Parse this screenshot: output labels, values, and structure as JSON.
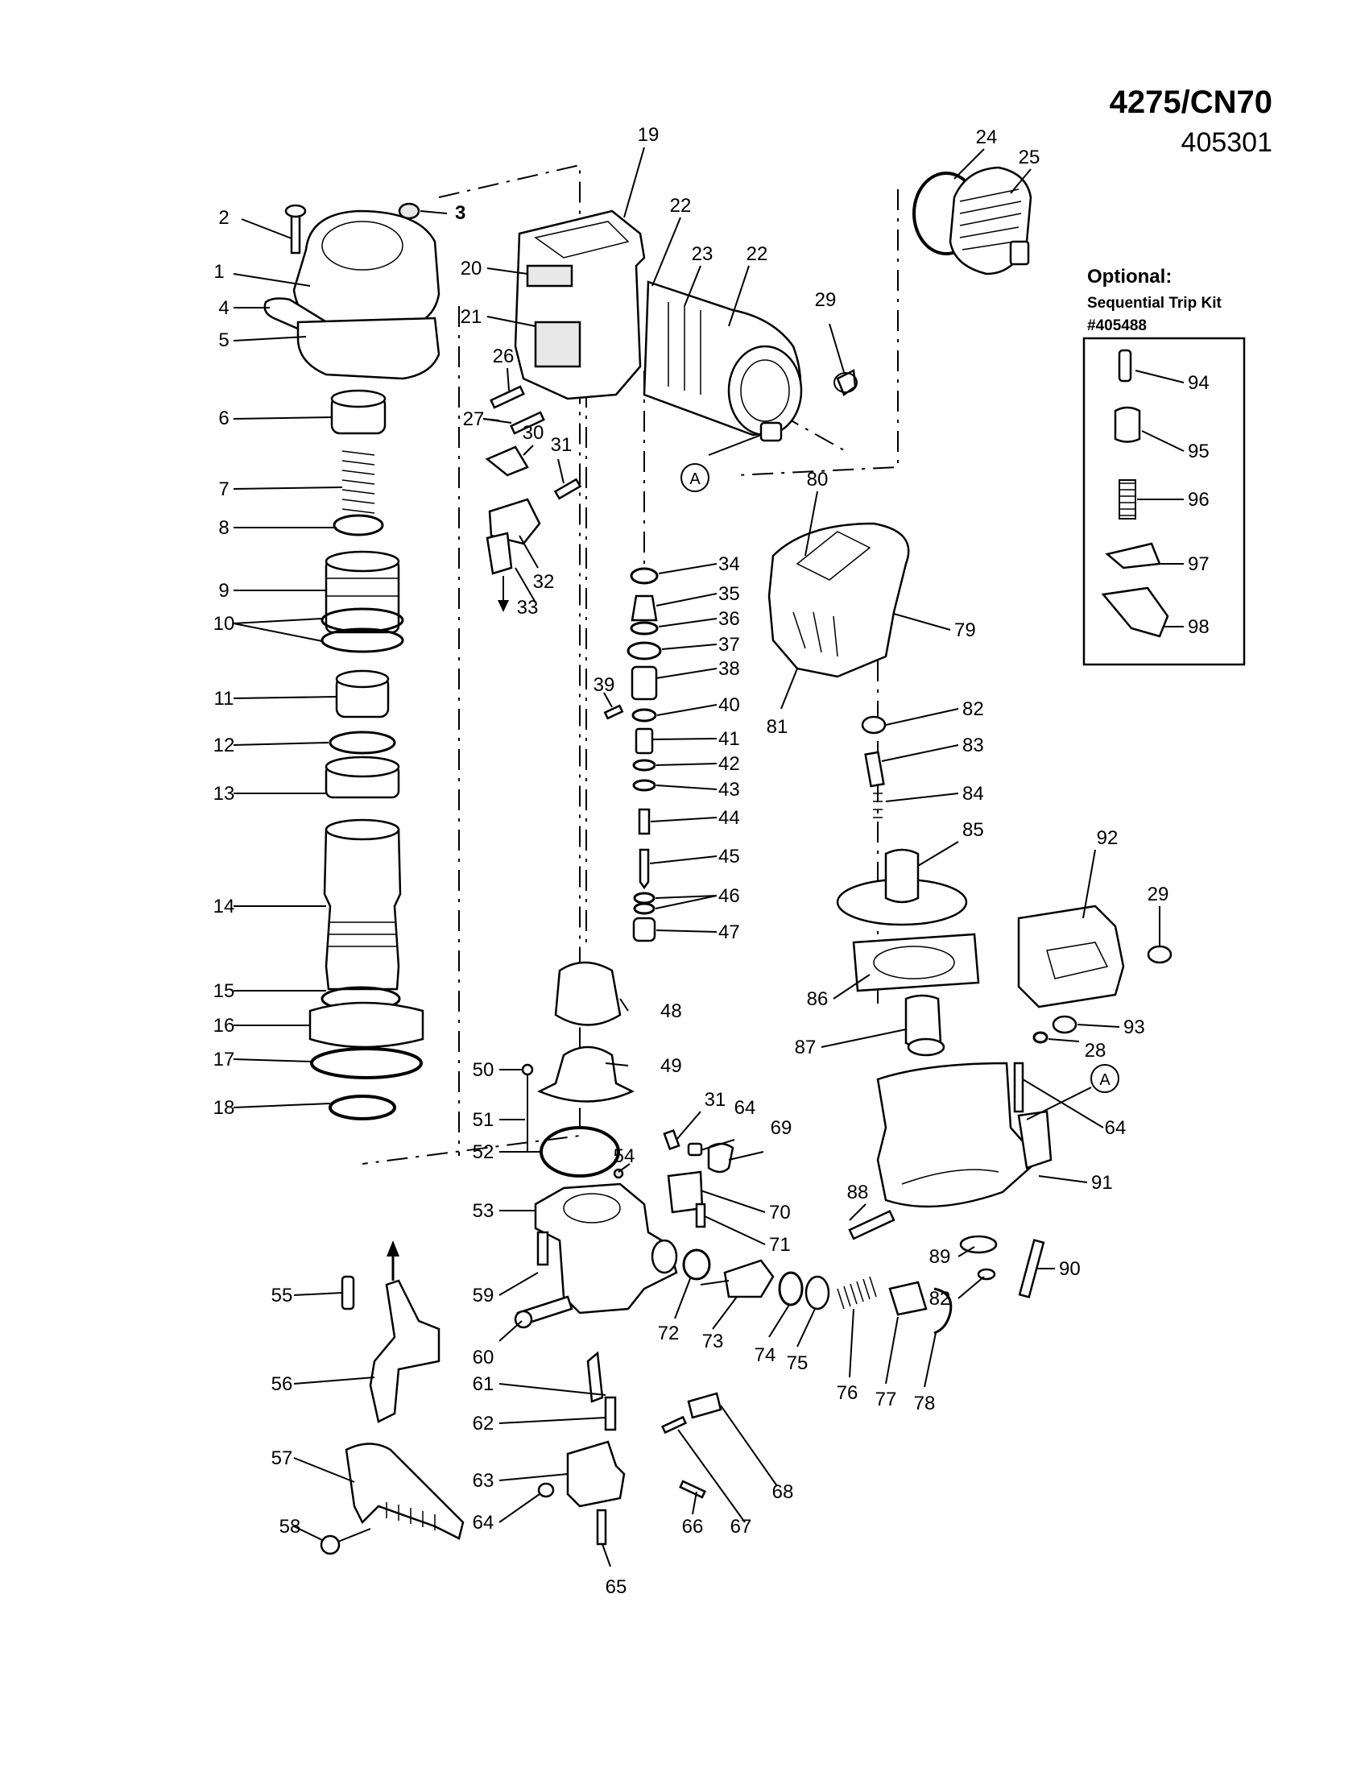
{
  "header": {
    "model": "4275/CN70",
    "code": "405301"
  },
  "optional_kit": {
    "heading": "Optional:",
    "name": "Sequential Trip Kit",
    "number": "#405488"
  },
  "callout": "A",
  "part_labels": {
    "p1": "1",
    "p2": "2",
    "p3": "3",
    "p4": "4",
    "p5": "5",
    "p6": "6",
    "p7": "7",
    "p8": "8",
    "p9": "9",
    "p10": "10",
    "p11": "11",
    "p12": "12",
    "p13": "13",
    "p14": "14",
    "p15": "15",
    "p16": "16",
    "p17": "17",
    "p18": "18",
    "p19": "19",
    "p20": "20",
    "p21": "21",
    "p22": "22",
    "p23": "23",
    "p24": "24",
    "p25": "25",
    "p26": "26",
    "p27": "27",
    "p28": "28",
    "p29": "29",
    "p30": "30",
    "p31": "31",
    "p32": "32",
    "p33": "33",
    "p34": "34",
    "p35": "35",
    "p36": "36",
    "p37": "37",
    "p38": "38",
    "p39": "39",
    "p40": "40",
    "p41": "41",
    "p42": "42",
    "p43": "43",
    "p44": "44",
    "p45": "45",
    "p46": "46",
    "p47": "47",
    "p48": "48",
    "p49": "49",
    "p50": "50",
    "p51": "51",
    "p52": "52",
    "p53": "53",
    "p54": "54",
    "p55": "55",
    "p56": "56",
    "p57": "57",
    "p58": "58",
    "p59": "59",
    "p60": "60",
    "p61": "61",
    "p62": "62",
    "p63": "63",
    "p64": "64",
    "p65": "65",
    "p66": "66",
    "p67": "67",
    "p68": "68",
    "p69": "69",
    "p70": "70",
    "p71": "71",
    "p72": "72",
    "p73": "73",
    "p74": "74",
    "p75": "75",
    "p76": "76",
    "p77": "77",
    "p78": "78",
    "p79": "79",
    "p80": "80",
    "p81": "81",
    "p82": "82",
    "p83": "83",
    "p84": "84",
    "p85": "85",
    "p86": "86",
    "p87": "87",
    "p88": "88",
    "p89": "89",
    "p90": "90",
    "p91": "91",
    "p92": "92",
    "p93": "93",
    "p94": "94",
    "p95": "95",
    "p96": "96",
    "p97": "97",
    "p98": "98"
  }
}
